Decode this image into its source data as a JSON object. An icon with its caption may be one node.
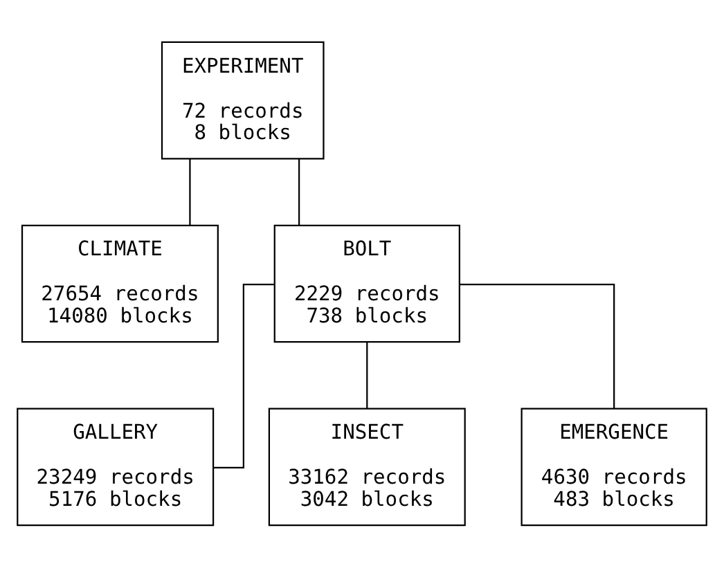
{
  "diagram": {
    "nodes": [
      {
        "text": [
          "EXPERIMENT",
          "72 records",
          "8 blocks"
        ]
      },
      {
        "text": [
          "CLIMATE",
          "27654 records",
          "14080 blocks"
        ]
      },
      {
        "text": [
          "BOLT",
          "2229 records",
          "738 blocks"
        ]
      },
      {
        "text": [
          "GALLERY",
          "23249 records",
          "5176 blocks"
        ]
      },
      {
        "text": [
          "INSECT",
          "33162 records",
          "3042 blocks"
        ]
      },
      {
        "text": [
          "EMERGENCE",
          "4630 records",
          "483 blocks"
        ]
      }
    ],
    "edges": [
      {
        "from": 0,
        "to": 1,
        "arrow": "none"
      },
      {
        "from": 0,
        "to": 2,
        "arrow": "none"
      },
      {
        "from": 2,
        "to": 3,
        "arrow": "none"
      },
      {
        "from": 2,
        "to": 4,
        "arrow": "none"
      },
      {
        "from": 2,
        "to": 5,
        "arrow": "none"
      }
    ]
  }
}
